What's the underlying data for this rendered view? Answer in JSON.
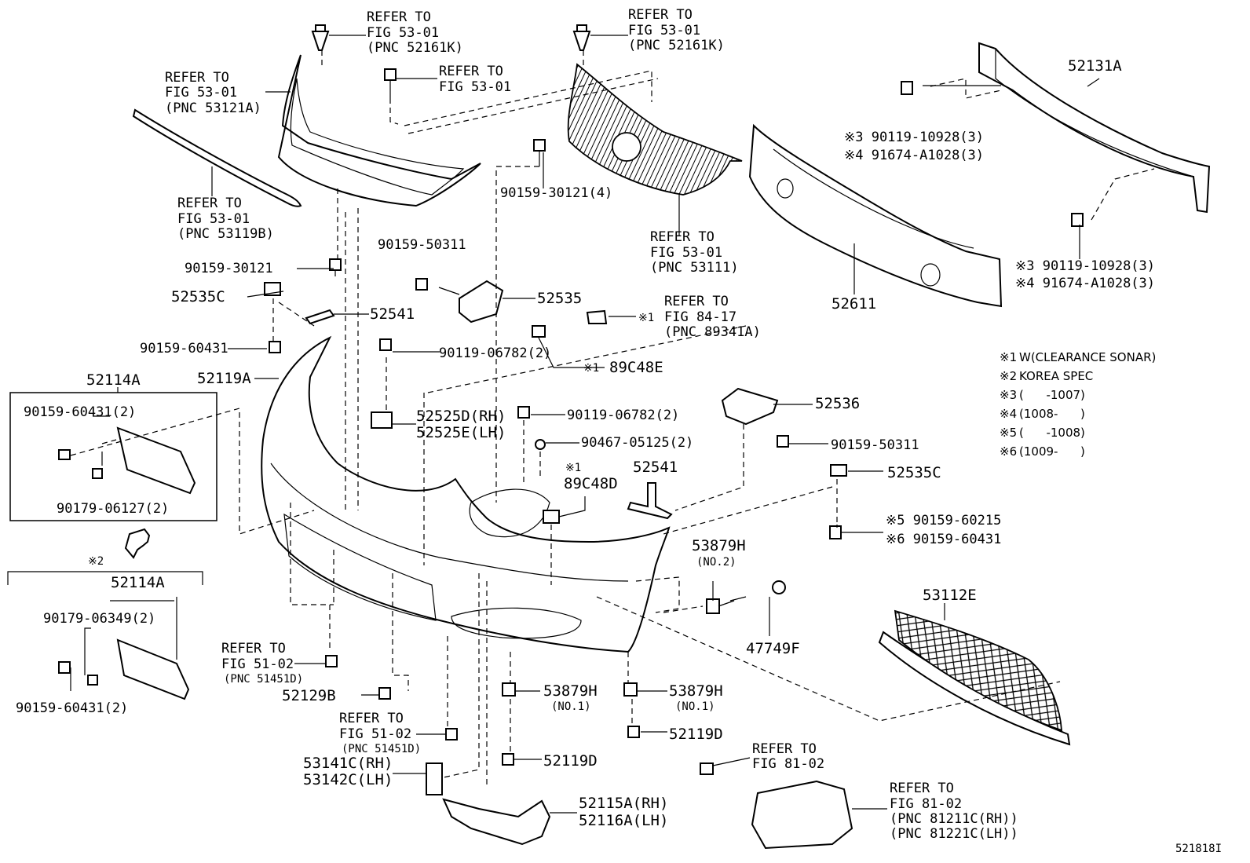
{
  "diagram_id": "521818I",
  "notes": [
    {
      "mark": "※1",
      "text": "W(CLEARANCE SONAR)"
    },
    {
      "mark": "※2",
      "text": "KOREA SPEC"
    },
    {
      "mark": "※3",
      "text": "(      -1007)"
    },
    {
      "mark": "※4",
      "text": "(1008-      )"
    },
    {
      "mark": "※5",
      "text": "(      -1008)"
    },
    {
      "mark": "※6",
      "text": "(1009-      )"
    }
  ],
  "refs": {
    "clip_top_left": {
      "l1": "REFER TO",
      "l2": "FIG 53-01",
      "l3": "(PNC 52161K)"
    },
    "clip_top_right": {
      "l1": "REFER TO",
      "l2": "FIG 53-01",
      "l3": "(PNC 52161K)"
    },
    "screw_top": {
      "l1": "REFER TO",
      "l2": "FIG 53-01"
    },
    "grille_frame": {
      "l1": "REFER TO",
      "l2": "FIG 53-01",
      "l3": "(PNC 53121A)"
    },
    "molding": {
      "l1": "REFER TO",
      "l2": "FIG 53-01",
      "l3": "(PNC 53119B)"
    },
    "grille": {
      "l1": "REFER TO",
      "l2": "FIG 53-01",
      "l3": "(PNC 53111)"
    },
    "sonar": {
      "mark": "※1",
      "l1": "REFER TO",
      "l2": "FIG 84-17",
      "l3": "(PNC 89341A)"
    },
    "bolt_left": {
      "l1": "REFER TO",
      "l2": "FIG 51-02",
      "l3": "(PNC 51451D)"
    },
    "bolt_center": {
      "l1": "REFER TO",
      "l2": "FIG 51-02",
      "l3": "(PNC 51451D)"
    },
    "fog_bolt": {
      "l1": "REFER TO",
      "l2": "FIG 81-02"
    },
    "fog_lamp": {
      "l1": "REFER TO",
      "l2": "FIG 81-02",
      "l3": "(PNC 81211C(RH))",
      "l4": "(PNC 81221C(LH))"
    }
  },
  "parts": {
    "p52131A": "52131A",
    "p52611": "52611",
    "p_absorber_bolt_top_a": "※3 90119-10928(3)",
    "p_absorber_bolt_top_b": "※4 91674-A1028(3)",
    "p_absorber_bolt_bot_a": "※3 90119-10928(3)",
    "p_absorber_bolt_bot_b": "※4 91674-A1028(3)",
    "p90159_30121_4": "90159-30121(4)",
    "p90159_30121": "90159-30121",
    "p90159_50311_a": "90159-50311",
    "p52535": "52535",
    "p52535C_a": "52535C",
    "p52541_a": "52541",
    "p90159_60431_a": "90159-60431",
    "p52119A": "52119A",
    "p90119_06782_a": "90119-06782(2)",
    "p89C48E": "89C48E",
    "p89C48E_mark": "※1",
    "p52114A_box": "52114A",
    "p90159_60431_2a": "90159-60431(2)",
    "p90179_06127": "90179-06127(2)",
    "p52525D": "52525D(RH)",
    "p52525E": "52525E(LH)",
    "p90119_06782_b": "90119-06782(2)",
    "p90467_05125": "90467-05125(2)",
    "p89C48D_mark": "※1",
    "p89C48D": "89C48D",
    "p52541_b": "52541",
    "p52536": "52536",
    "p90159_50311_b": "90159-50311",
    "p52535C_b": "52535C",
    "p_9015960215": "※5 90159-60215",
    "p_9015960431_6": "※6 90159-60431",
    "p53879H_a": "53879H",
    "p53879H_a_no": "(NO.2)",
    "p47749F": "47749F",
    "p53112E": "53112E",
    "korea_mark": "※2",
    "p52114A_korea": "52114A",
    "p90179_06349": "90179-06349(2)",
    "p90159_60431_2b": "90159-60431(2)",
    "p52129B": "52129B",
    "p53141C": "53141C(RH)",
    "p53142C": "53142C(LH)",
    "p53879H_b": "53879H",
    "p53879H_b_no": "(NO.1)",
    "p53879H_c": "53879H",
    "p53879H_c_no": "(NO.1)",
    "p52119D_a": "52119D",
    "p52119D_b": "52119D",
    "p52115A": "52115A(RH)",
    "p52116A": "52116A(LH)"
  }
}
